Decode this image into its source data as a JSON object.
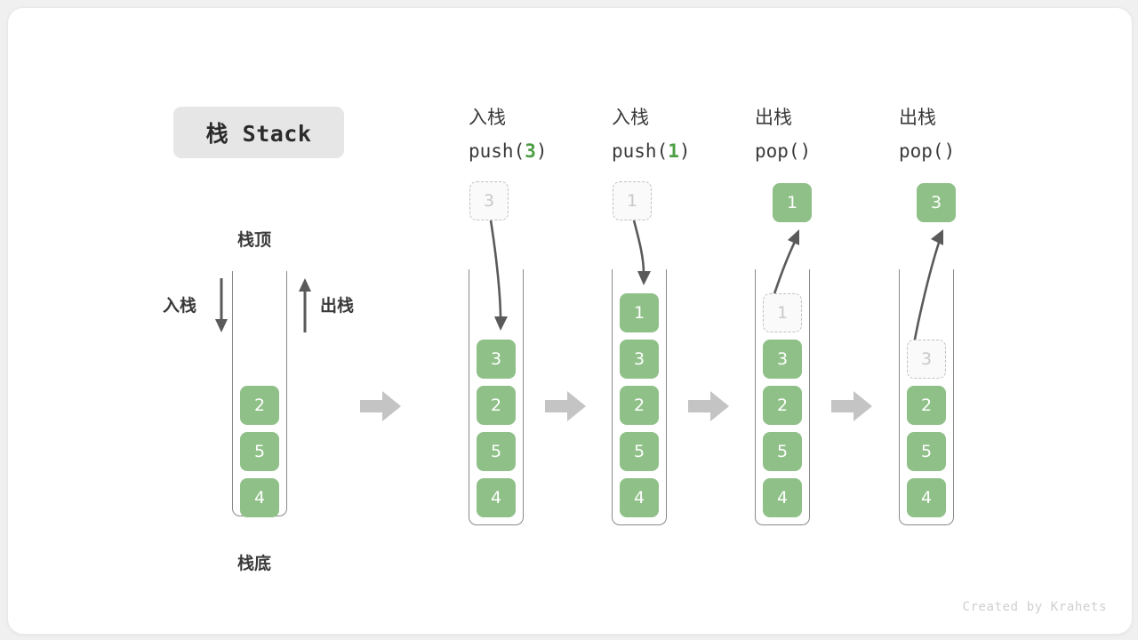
{
  "title": {
    "text": "栈 Stack"
  },
  "legend": {
    "top_label": "栈顶",
    "bottom_label": "栈底",
    "push_label": "入栈",
    "pop_label": "出栈"
  },
  "footer": {
    "credit": "Created by Krahets"
  },
  "colors": {
    "element_green": "#8fc088",
    "accent_green": "#4d9e44",
    "ghost_border": "#c0c0c0",
    "ghost_text": "#c8c8c8",
    "container_stroke": "#8a8a8a",
    "transition_arrow": "#c4c4c4",
    "badge_bg": "#e6e6e6",
    "text": "#3a3a3a"
  },
  "columns": [
    {
      "id": "initial",
      "op_cn": "",
      "op_code": "",
      "op_arg": "",
      "stack": [
        "2",
        "5",
        "4"
      ],
      "floating": null,
      "ghost_index": null,
      "motion": "none"
    },
    {
      "id": "push-3",
      "op_cn": "入栈",
      "op_code_prefix": "push(",
      "op_arg": "3",
      "op_code_suffix": ")",
      "stack": [
        "3",
        "2",
        "5",
        "4"
      ],
      "floating": {
        "value": "3",
        "style": "ghost"
      },
      "ghost_index": null,
      "motion": "in"
    },
    {
      "id": "push-1",
      "op_cn": "入栈",
      "op_code_prefix": "push(",
      "op_arg": "1",
      "op_code_suffix": ")",
      "stack": [
        "1",
        "3",
        "2",
        "5",
        "4"
      ],
      "floating": {
        "value": "1",
        "style": "ghost"
      },
      "ghost_index": null,
      "motion": "in"
    },
    {
      "id": "pop-1",
      "op_cn": "出栈",
      "op_code_prefix": "pop(",
      "op_arg": "",
      "op_code_suffix": ")",
      "stack": [
        "1",
        "3",
        "2",
        "5",
        "4"
      ],
      "floating": {
        "value": "1",
        "style": "solid"
      },
      "ghost_index": 0,
      "motion": "out"
    },
    {
      "id": "pop-3",
      "op_cn": "出栈",
      "op_code_prefix": "pop(",
      "op_arg": "",
      "op_code_suffix": ")",
      "stack": [
        "3",
        "2",
        "5",
        "4"
      ],
      "floating": {
        "value": "3",
        "style": "solid"
      },
      "ghost_index": 0,
      "motion": "out"
    }
  ],
  "transition_arrows": [
    {
      "from": "initial",
      "to": "push-3"
    },
    {
      "from": "push-3",
      "to": "push-1"
    },
    {
      "from": "push-1",
      "to": "pop-1"
    },
    {
      "from": "pop-1",
      "to": "pop-3"
    }
  ]
}
